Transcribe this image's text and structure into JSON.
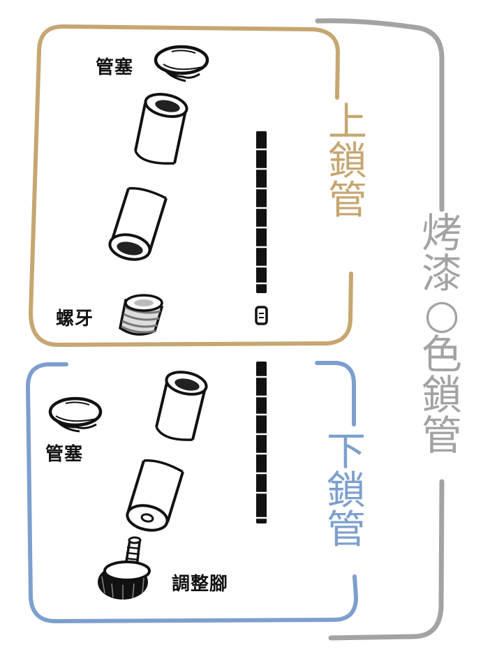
{
  "colors": {
    "upper": "#c6a671",
    "lower": "#7c9fce",
    "outer": "#a3a3a3",
    "ink": "#111111"
  },
  "side_title": {
    "chars": [
      "烤",
      "漆",
      "○",
      "色",
      "鎖",
      "管"
    ]
  },
  "upper_group": {
    "title_chars": [
      "上",
      "鎖",
      "管"
    ],
    "parts": {
      "cap": "管塞",
      "thread": "螺牙"
    }
  },
  "lower_group": {
    "title_chars": [
      "下",
      "鎖",
      "管"
    ],
    "parts": {
      "cap": "管塞",
      "foot": "調整腳"
    }
  },
  "icons": [
    "pipe-cap-icon",
    "tube-icon",
    "threaded-insert-icon",
    "adjustable-foot-icon",
    "pole-icon"
  ]
}
